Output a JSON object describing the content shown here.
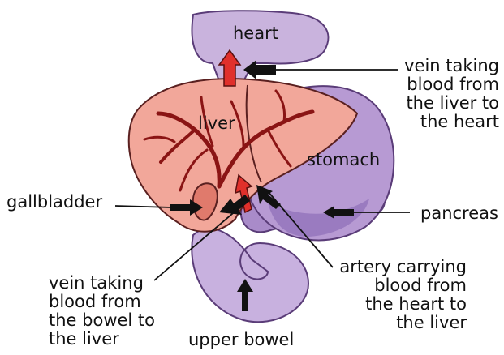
{
  "labels": {
    "heart": "heart",
    "liver": "liver",
    "stomach": "stomach",
    "gallbladder": "gallbladder",
    "pancreas": "pancreas",
    "upper_bowel": "upper bowel",
    "vein_liver_to_heart": "vein taking\nblood from\nthe liver to\nthe heart",
    "vein_bowel_to_liver": "vein taking\nblood from\nthe bowel to\nthe liver",
    "artery_heart_to_liver": "artery carrying\nblood from\nthe heart to\nthe liver"
  },
  "colors": {
    "heart": "#c9b3dd",
    "liver": "#f2a79a",
    "liver_shadow": "#e58c7e",
    "stomach": "#b79ad3",
    "stomach_dark": "#9a7bc0",
    "bowel": "#c8b1df",
    "vessels": "#8a1414",
    "red_arrow": "#e0302b",
    "black_arrow": "#111111"
  }
}
